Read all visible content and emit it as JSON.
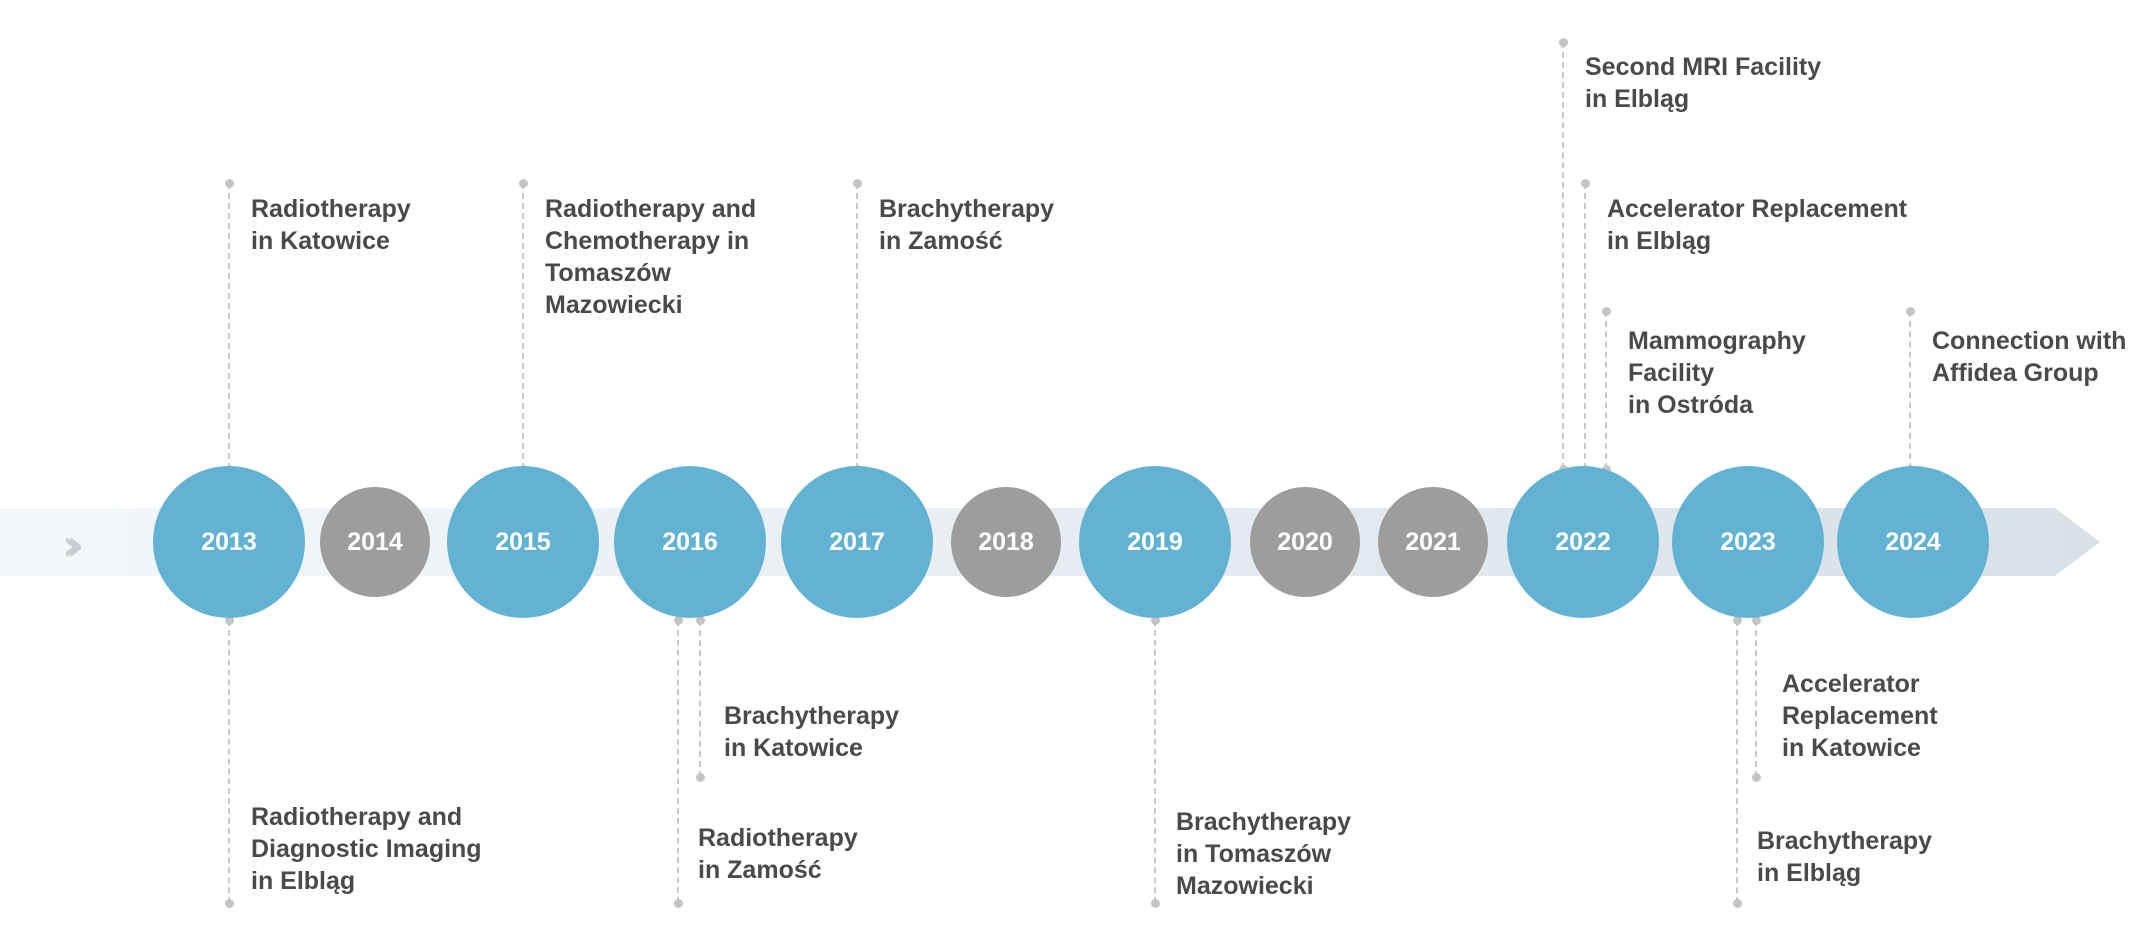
{
  "timeline": {
    "colors": {
      "major": "#62b2d3",
      "minor": "#9d9d9d",
      "band": "#e8eef4",
      "text": "#4a4a4a",
      "connector": "#c8c8c8"
    },
    "arrow_icon": "double-chevron-right-icon",
    "years": [
      {
        "year": "2013",
        "kind": "major"
      },
      {
        "year": "2014",
        "kind": "minor"
      },
      {
        "year": "2015",
        "kind": "major"
      },
      {
        "year": "2016",
        "kind": "major"
      },
      {
        "year": "2017",
        "kind": "major"
      },
      {
        "year": "2018",
        "kind": "minor"
      },
      {
        "year": "2019",
        "kind": "major"
      },
      {
        "year": "2020",
        "kind": "minor"
      },
      {
        "year": "2021",
        "kind": "minor"
      },
      {
        "year": "2022",
        "kind": "major"
      },
      {
        "year": "2023",
        "kind": "major"
      },
      {
        "year": "2024",
        "kind": "major"
      }
    ],
    "milestones": [
      {
        "year": "2013",
        "side": "above",
        "text": "Radiotherapy\nin Katowice"
      },
      {
        "year": "2015",
        "side": "above",
        "text": "Radiotherapy and\nChemotherapy in\nTomaszów\nMazowiecki"
      },
      {
        "year": "2017",
        "side": "above",
        "text": "Brachytherapy\nin Zamość"
      },
      {
        "year": "2022",
        "side": "above",
        "text": "Second MRI Facility\nin Elbląg"
      },
      {
        "year": "2022",
        "side": "above",
        "text": "Accelerator Replacement\nin Elbląg"
      },
      {
        "year": "2022",
        "side": "above",
        "text": "Mammography\nFacility\nin Ostróda"
      },
      {
        "year": "2024",
        "side": "above",
        "text": "Connection with\nAffidea Group"
      },
      {
        "year": "2013",
        "side": "below",
        "text": "Radiotherapy and\nDiagnostic Imaging\nin Elbląg"
      },
      {
        "year": "2016",
        "side": "below",
        "text": "Brachytherapy\nin Katowice"
      },
      {
        "year": "2016",
        "side": "below",
        "text": "Radiotherapy\nin Zamość"
      },
      {
        "year": "2019",
        "side": "below",
        "text": "Brachytherapy\nin Tomaszów\nMazowiecki"
      },
      {
        "year": "2023",
        "side": "below",
        "text": "Accelerator\nReplacement\nin Katowice"
      },
      {
        "year": "2023",
        "side": "below",
        "text": "Brachytherapy\nin Elbląg"
      }
    ]
  }
}
